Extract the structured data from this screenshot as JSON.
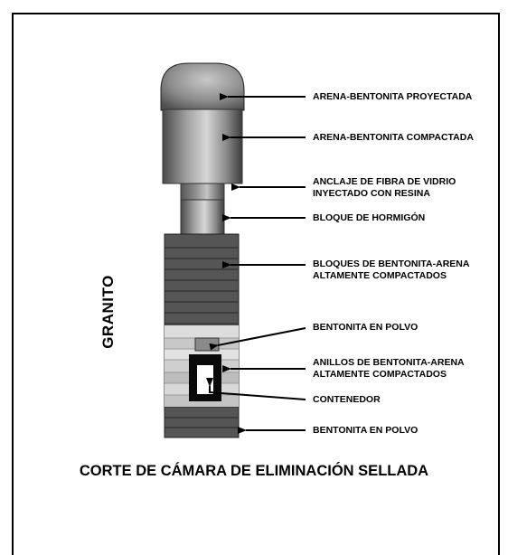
{
  "diagram": {
    "rock_label": "GRANITO",
    "caption": "CORTE DE CÁMARA DE ELIMINACIÓN SELLADA",
    "labels": {
      "arena_bentonita_proyectada": "ARENA-BENTONITA PROYECTADA",
      "arena_bentonita_compactada": "ARENA-BENTONITA COMPACTADA",
      "anclaje_line1": "ANCLAJE DE FIBRA DE VIDRIO",
      "anclaje_line2": "INYECTADO CON RESINA",
      "bloque_hormigon": "BLOQUE DE HORMIGÓN",
      "bloques_line1": "BLOQUES DE BENTONITA-ARENA",
      "bloques_line2": "ALTAMENTE COMPACTADOS",
      "bentonita_polvo_top": "BENTONITA EN POLVO",
      "anillos_line1": "ANILLOS DE BENTONITA-ARENA",
      "anillos_line2": "ALTAMENTE COMPACTADOS",
      "contenedor": "CONTENEDOR",
      "bentonita_polvo_bottom": "BENTONITA EN POLVO"
    },
    "colors": {
      "dark_blocks": "#555555",
      "block_lines": "#2e2e2e",
      "light_rings": "#cccccc",
      "container": "#0a0a0a",
      "arrows": "#000000"
    }
  }
}
